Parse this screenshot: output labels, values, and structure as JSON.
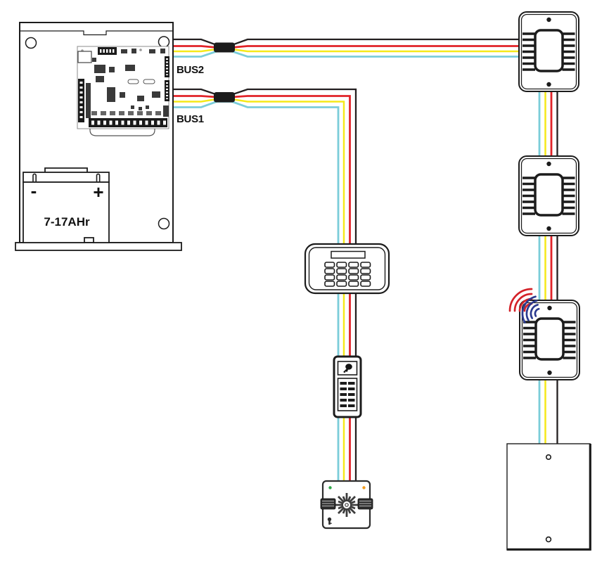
{
  "diagram": {
    "buses": [
      {
        "label": "BUS2"
      },
      {
        "label": "BUS1"
      }
    ],
    "battery": {
      "capacity": "7-17AHr",
      "minus": "-",
      "plus": "+"
    },
    "wire_order_top_to_bottom": [
      "black",
      "red",
      "yellow",
      "cyan"
    ],
    "colors": {
      "wire-black": "#231f20",
      "wire-red": "#e12228",
      "wire-yellow": "#f5e91a",
      "wire-cyan": "#7bcdd9",
      "outline": "#1c1c1c",
      "wireless-red": "#d42229",
      "wireless-blue": "#2b3a8f",
      "led-green": "#2fa849",
      "led-orange": "#f29b1d"
    },
    "icons": {
      "wireless-signal-icon": "concentric-arcs red/blue",
      "key-tag-icon": "key-fob silhouette",
      "speaker-grille-icon": "starburst",
      "screw-icon": "filled dot",
      "splice-icon": "black rounded block"
    }
  }
}
